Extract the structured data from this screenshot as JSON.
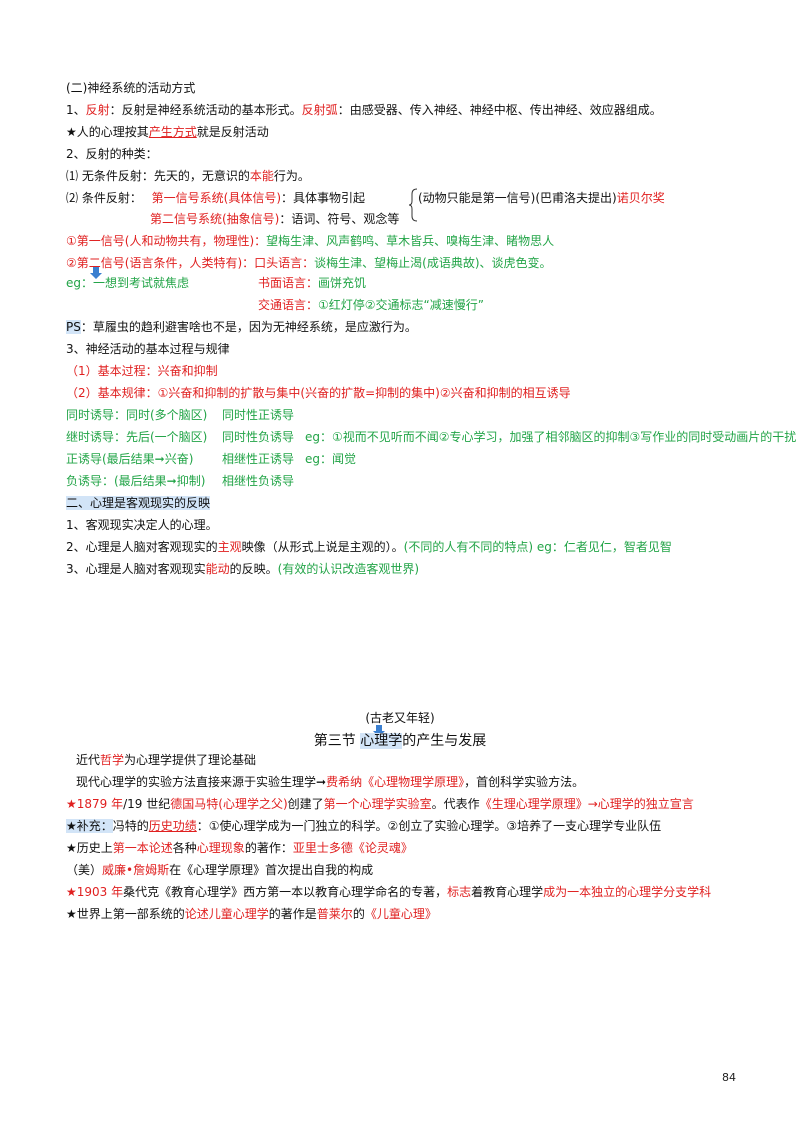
{
  "s1": {
    "heading": "(二)神经系统的活动方式",
    "l1": {
      "a": "1、",
      "b": "反射",
      "c": "：反射是神经系统活动的基本形式。",
      "d": "反射弧",
      "e": "：由感受器、传入神经、神经中枢、传出神经、效应器组成。"
    },
    "l2": {
      "a": "★人的心理按其",
      "b": "产生方式",
      "c": "就是反射活动"
    },
    "l3": "2、反射的种类：",
    "l4": {
      "a": "⑴ 无条件反射：先天的，无意识的",
      "b": "本能",
      "c": "行为。"
    },
    "l5": {
      "a": "⑵ 条件反射：",
      "b": "第一信号系统(具体信号)",
      "c": "：具体事物引起",
      "d": "(动物只能是第一信号)(巴甫洛夫提出)",
      "e": "诺贝尔奖"
    },
    "l6": {
      "b": "第二信号系统(抽象信号)",
      "c": "：语词、符号、观念等"
    },
    "l7": {
      "a": "①第一信号(人和动物共有，物理性)：",
      "b": "望梅生津、风声鹤鸣、草木皆兵、嗅梅生津、睹物思人"
    },
    "l8": {
      "a": "②第二信号(语言条件，人类特有)：",
      "b": "口头语言：",
      "c": "谈梅生津、望梅止渴(成语典故)、谈虎色变。"
    },
    "l9": {
      "a": "eg：一想到考试就焦虑",
      "b": "书面语言：",
      "c": "画饼充饥"
    },
    "l10": {
      "b": "交通语言：",
      "c": "①红灯停②交通标志“减速慢行”"
    },
    "l11": {
      "a": "PS",
      "b": "：草履虫的趋利避害啥也不是，因为无神经系统，是应激行为。"
    },
    "l12": "3、神经活动的基本过程与规律",
    "l13": "（1）基本过程：兴奋和抑制",
    "l14": "（2）基本规律：①兴奋和抑制的扩散与集中(兴奋的扩散=抑制的集中)②兴奋和抑制的相互诱导",
    "l15": {
      "a": "同时诱导：同时(多个脑区)",
      "b": "同时性正诱导"
    },
    "l16": {
      "a": "继时诱导：先后(一个脑区)",
      "b": "同时性负诱导",
      "c": "eg：①视而不见听而不闻②专心学习，加强了相邻脑区的抑制③写作业的同时受动画片的干扰"
    },
    "l17": {
      "a": "正诱导(最后结果➞兴奋)",
      "b": "相继性正诱导",
      "c": "eg：闻觉"
    },
    "l18": {
      "a": "负诱导：(最后结果➞抑制)",
      "b": "相继性负诱导"
    }
  },
  "s2": {
    "heading": "二、心理是客观现实的反映",
    "l1": "1、客观现实决定人的心理。",
    "l2": {
      "a": "2、心理是人脑对客观现实的",
      "b": "主观",
      "c": "映像（从形式上说是主观的）。",
      "d": "(不同的人有不同的特点) eg：仁者见仁，智者见智"
    },
    "l3": {
      "a": "3、心理是人脑对客观现实",
      "b": "能动",
      "c": "的反映。",
      "d": "(有效的认识改造客观世界)"
    }
  },
  "s3": {
    "note": "(古老又年轻)",
    "title": {
      "a": "第三节 ",
      "b": "心理学",
      "c": "的产生与发展"
    },
    "l1": {
      "a": "近代",
      "b": "哲学",
      "c": "为心理学提供了理论基础"
    },
    "l2": {
      "a": "现代心理学的实验方法直接来源于实验生理学➞",
      "b": "费希纳《心理物理学原理》",
      "c": "，首创科学实验方法。"
    },
    "l3": {
      "a": "★1879 年",
      "b": "/19 世纪",
      "c": "德国马特(心理学之父)",
      "d": "创建了",
      "e": "第一个心理学实验室",
      "f": "。代表作",
      "g": "《生理心理学原理》→心理学的独立宣言"
    },
    "l4": {
      "a": "★补充：",
      "b": "冯特的",
      "c": "历史功绩",
      "d": "：①使心理学成为一门独立的科学。②创立了实验心理学。③培养了一支心理学专业队伍"
    },
    "l5": {
      "a": "★历史上",
      "b": "第一本论述",
      "c": "各种",
      "d": "心理现象",
      "e": "的著作：",
      "f": "亚里士多德《论灵魂》"
    },
    "l6": {
      "a": "（美）",
      "b": "威廉•詹姆斯",
      "c": "在《心理学原理》首次提出自我的构成"
    },
    "l7": {
      "a": "★1903 年",
      "b": "桑代克《教育心理学》西方第一本以教育心理学命名的专著，",
      "c": "标志",
      "d": "着教育心理学",
      "e": "成为一本独立的心理学分支学科"
    },
    "l8": {
      "a": "★世界上第一部系统的",
      "b": "论述儿童心理学",
      "c": "的著作是",
      "d": "普莱尔",
      "e": "的",
      "f": "《儿童心理》"
    }
  },
  "page_number": "84",
  "colors": {
    "red": "#e02020",
    "green": "#22a447",
    "highlight": "#d2e4f7",
    "arrow": "#3a7fd0"
  }
}
